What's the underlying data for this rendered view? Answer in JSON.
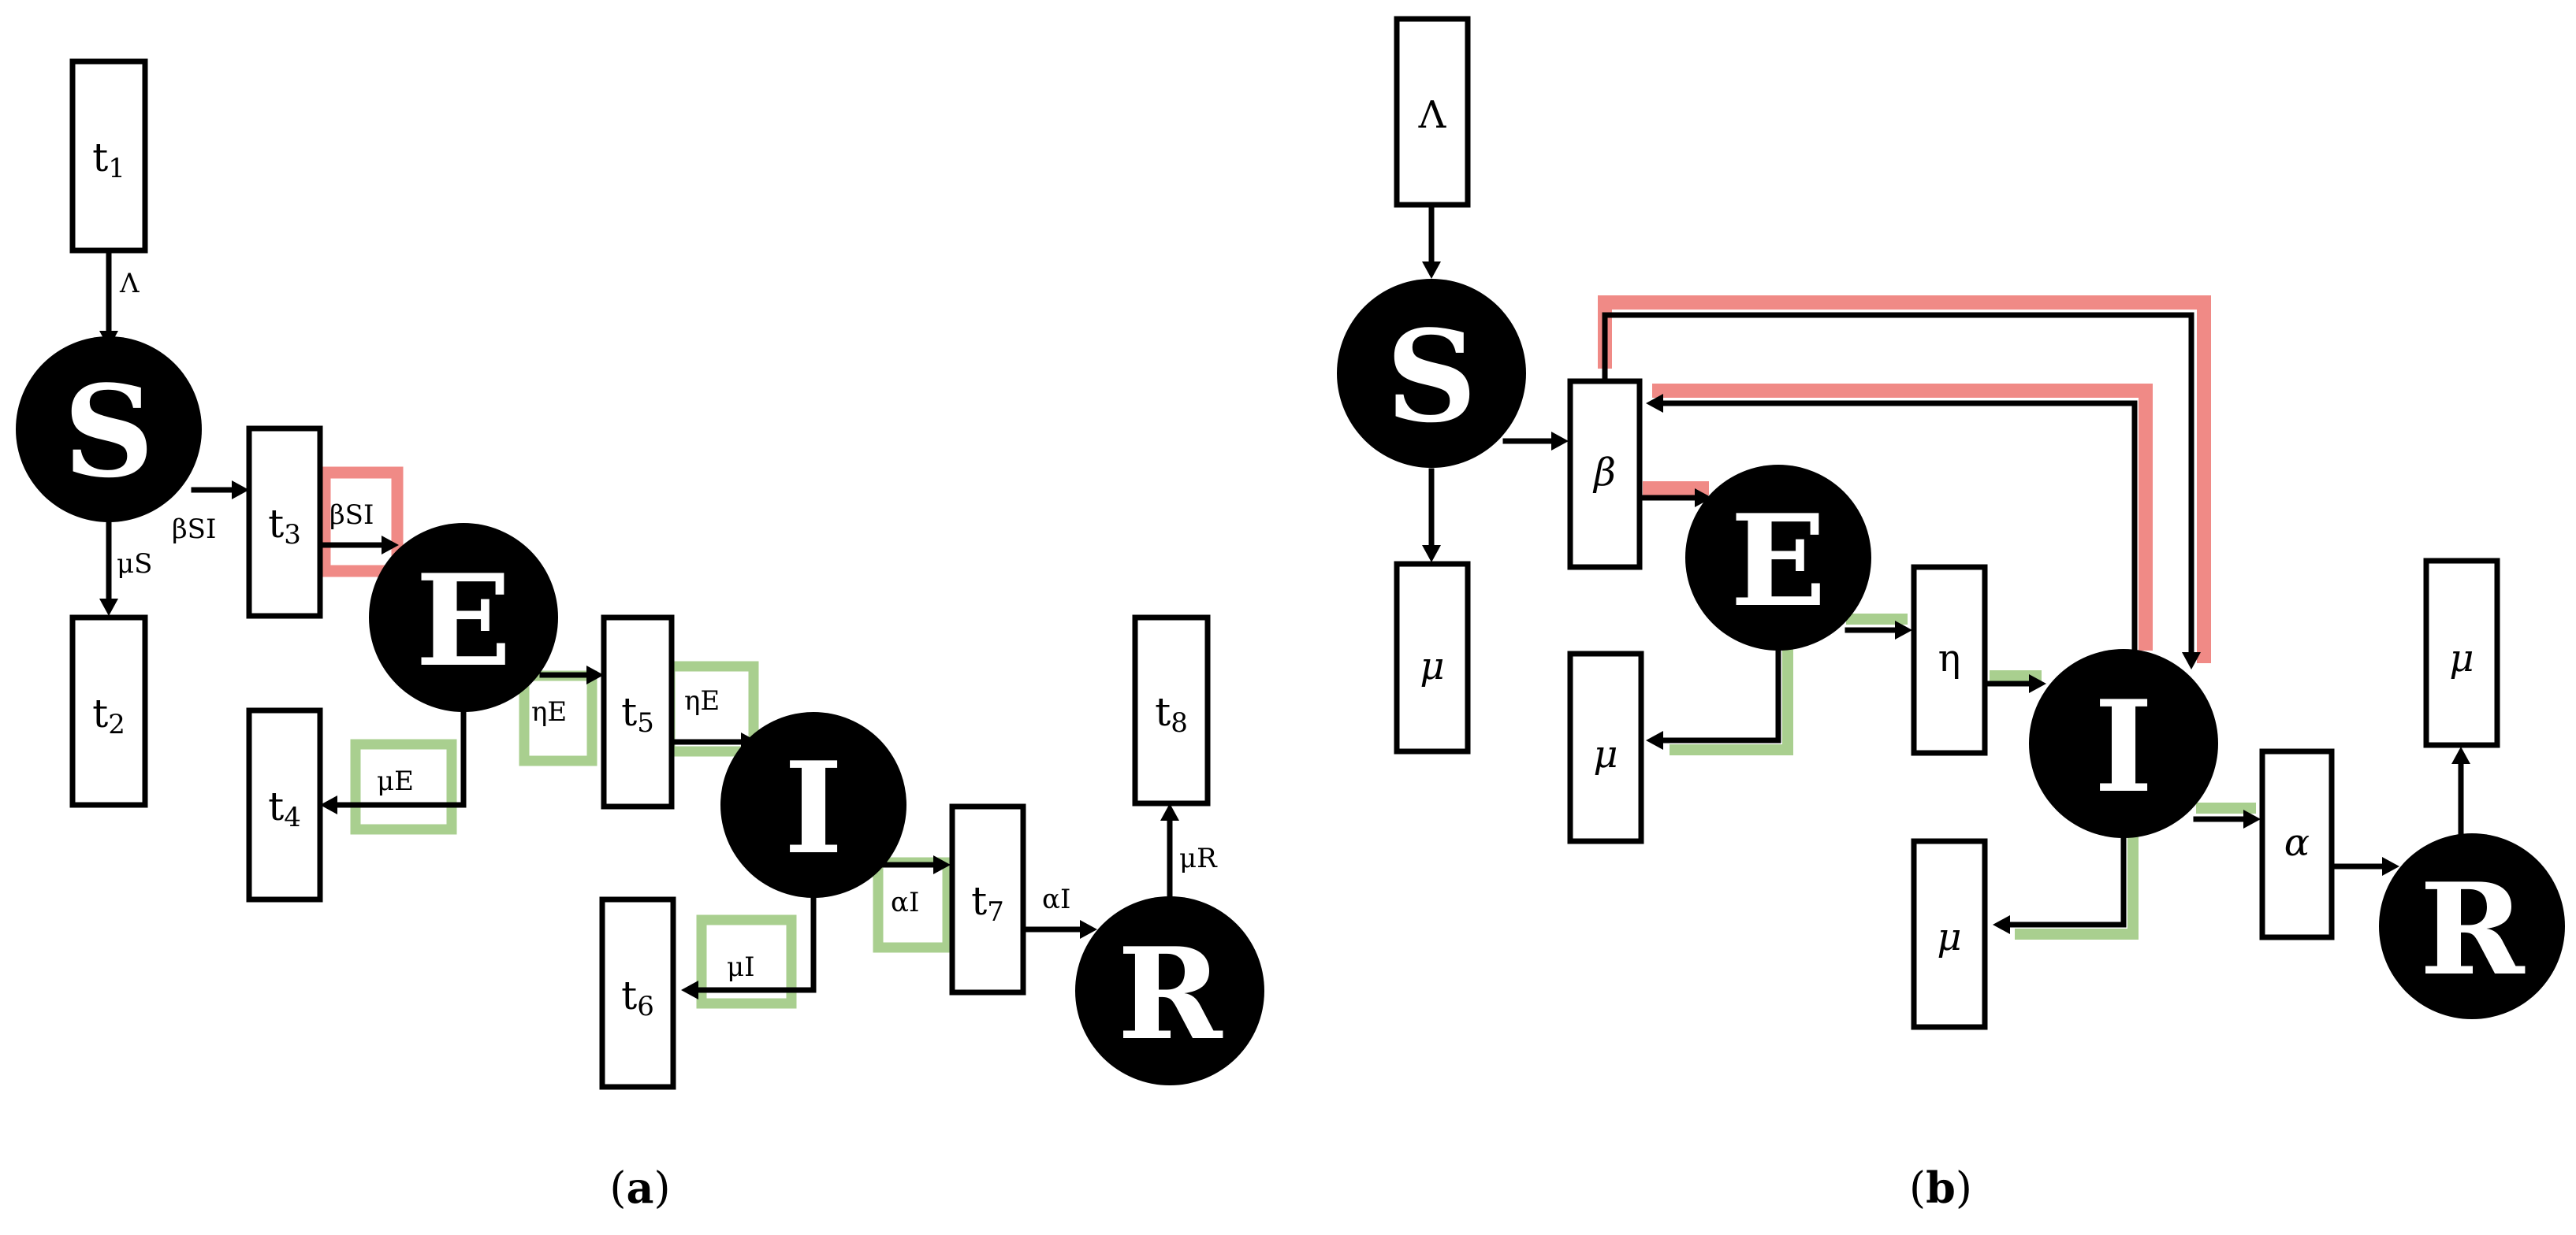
{
  "colors": {
    "node_fill": "#000000",
    "node_text": "#ffffff",
    "stroke": "#000000",
    "highlight_red": "#f08a86",
    "highlight_green": "#a9cf8f",
    "background": "#ffffff"
  },
  "panel_a": {
    "caption_letter": "a",
    "places": {
      "S": "S",
      "E": "E",
      "I": "I",
      "R": "R"
    },
    "transitions": {
      "t1": {
        "main": "t",
        "sub": "1"
      },
      "t2": {
        "main": "t",
        "sub": "2"
      },
      "t3": {
        "main": "t",
        "sub": "3"
      },
      "t4": {
        "main": "t",
        "sub": "4"
      },
      "t5": {
        "main": "t",
        "sub": "5"
      },
      "t6": {
        "main": "t",
        "sub": "6"
      },
      "t7": {
        "main": "t",
        "sub": "7"
      },
      "t8": {
        "main": "t",
        "sub": "8"
      }
    },
    "arc_labels": {
      "lambda": "Λ",
      "mu_s": "μS",
      "beta_si_out": "βSI",
      "beta_si_in": "βSI",
      "mu_e": "μE",
      "eta_e_out": "ηE",
      "eta_e_in": "ηE",
      "mu_i": "μI",
      "alpha_i_out": "αI",
      "alpha_i_in": "αI",
      "mu_r": "μR"
    }
  },
  "panel_b": {
    "caption_letter": "b",
    "places": {
      "S": "S",
      "E": "E",
      "I": "I",
      "R": "R"
    },
    "transitions": {
      "lambda": "Λ",
      "mu_s": "μ",
      "beta": "β",
      "mu_e": "μ",
      "eta": "η",
      "mu_i": "μ",
      "alpha": "α",
      "mu_r": "μ"
    }
  }
}
